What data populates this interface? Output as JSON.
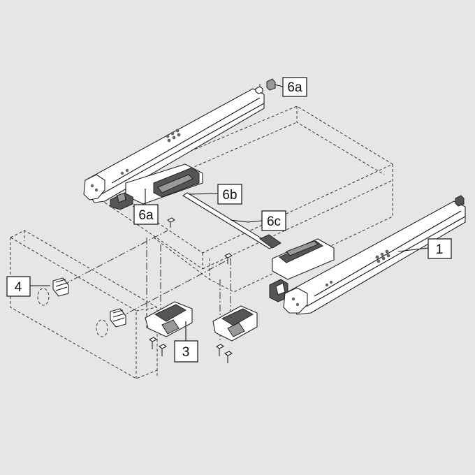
{
  "labels": {
    "part_1": "1",
    "part_3": "3",
    "part_4": "4",
    "part_6a_top": "6a",
    "part_6a_left": "6a",
    "part_6b": "6b",
    "part_6c": "6c"
  }
}
